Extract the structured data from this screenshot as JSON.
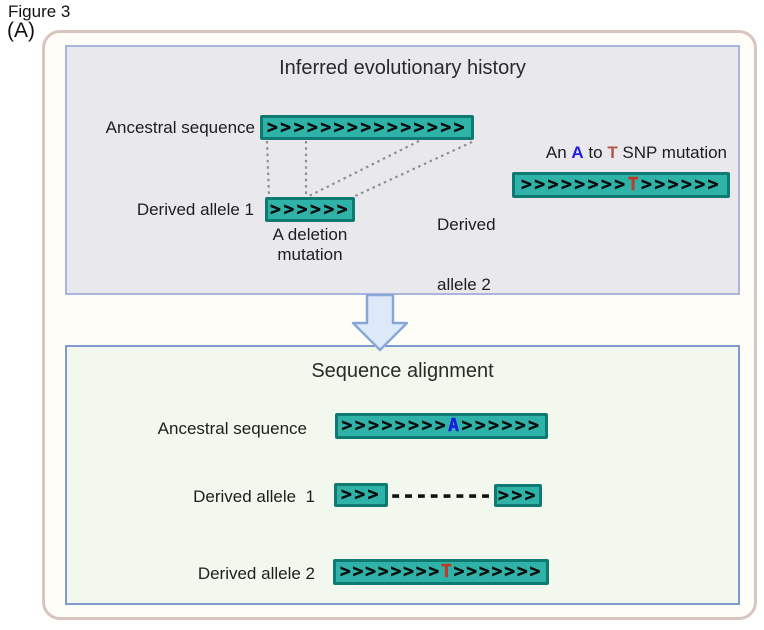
{
  "figure": {
    "label": "Figure 3",
    "panel": "(A)"
  },
  "colors": {
    "sequence_fill": "#2fb3a8",
    "sequence_border": "#0f7a72",
    "letter_blue": "#1d1de0",
    "letter_red": "#c0392b",
    "top_panel_bg": "#e9e9ed",
    "top_panel_border": "#a9b5dd",
    "bottom_panel_bg": "#f3f8ef",
    "bottom_panel_border": "#7f9ace",
    "outer_border": "#d9c5bd",
    "arrow_fill": "#dde9f8",
    "arrow_border": "#8aa6d8"
  },
  "top_panel": {
    "title": "Inferred evolutionary history",
    "ancestral_label": "Ancestral sequence",
    "ancestral_seq": ">>>>>>>>>>>>>>>",
    "derived1_label": "Derived allele 1",
    "derived1_seq": ">>>>>>",
    "deletion_caption_line1": "A deletion",
    "deletion_caption_line2": "mutation",
    "snp_note": {
      "part1": "An ",
      "letter_a": "A",
      "part2": " to ",
      "letter_t": "T",
      "part3": " SNP mutation"
    },
    "derived2_label_line1": "Derived",
    "derived2_label_line2": "allele 2",
    "derived2_seq_before": ">>>>>>>>",
    "derived2_letter": "T",
    "derived2_seq_after": ">>>>>>"
  },
  "bottom_panel": {
    "title": "Sequence alignment",
    "ancestral_label": "Ancestral sequence",
    "ancestral_before": ">>>>>>>>",
    "ancestral_letter": "A",
    "ancestral_after": ">>>>>>",
    "derived1_label": "Derived allele  1",
    "derived1_left": ">>>",
    "derived1_gap": "--------",
    "derived1_right": ">>>",
    "derived2_label": "Derived allele 2",
    "derived2_before": ">>>>>>>>",
    "derived2_letter": "T",
    "derived2_after": ">>>>>>>"
  }
}
